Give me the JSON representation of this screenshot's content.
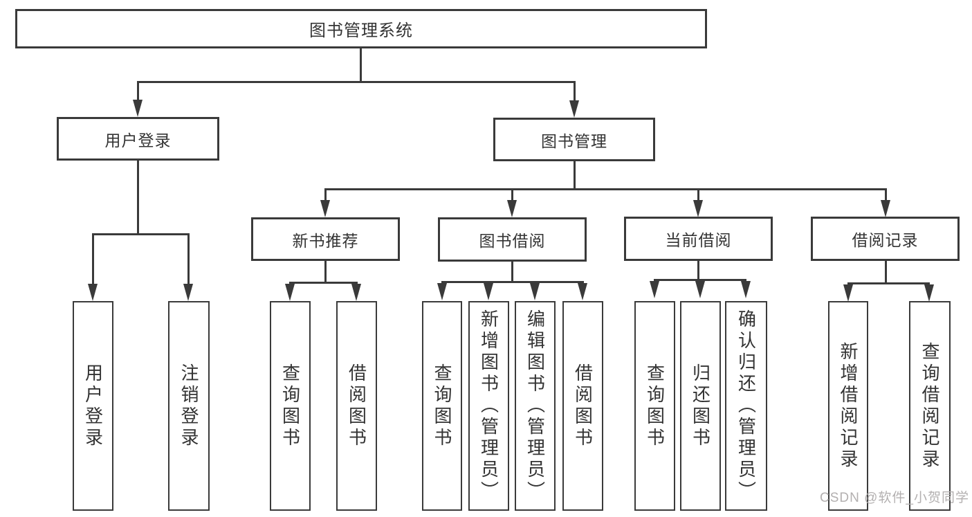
{
  "diagram": {
    "title": "图书管理系统",
    "level2": {
      "user_login": "用户登录",
      "book_management": "图书管理"
    },
    "level3": {
      "new_books": "新书推荐",
      "book_borrow": "图书借阅",
      "current_borrow": "当前借阅",
      "borrow_records": "借阅记录"
    },
    "leaves": {
      "user_login_items": [
        "用户登录",
        "注销登录"
      ],
      "new_books_items": [
        "查询图书",
        "借阅图书"
      ],
      "book_borrow_items": [
        "查询图书",
        "新增图书（管理员）",
        "编辑图书（管理员）",
        "借阅图书"
      ],
      "current_borrow_items": [
        "查询图书",
        "归还图书",
        "确认归还（管理员）"
      ],
      "borrow_records_items": [
        "新增借阅记录",
        "查询借阅记录"
      ]
    },
    "watermark": "CSDN @软件_小贺同学",
    "colors": {
      "line": "#3a3a3a",
      "text": "#333333",
      "watermark": "#b3b0b0",
      "background": "#ffffff"
    }
  }
}
